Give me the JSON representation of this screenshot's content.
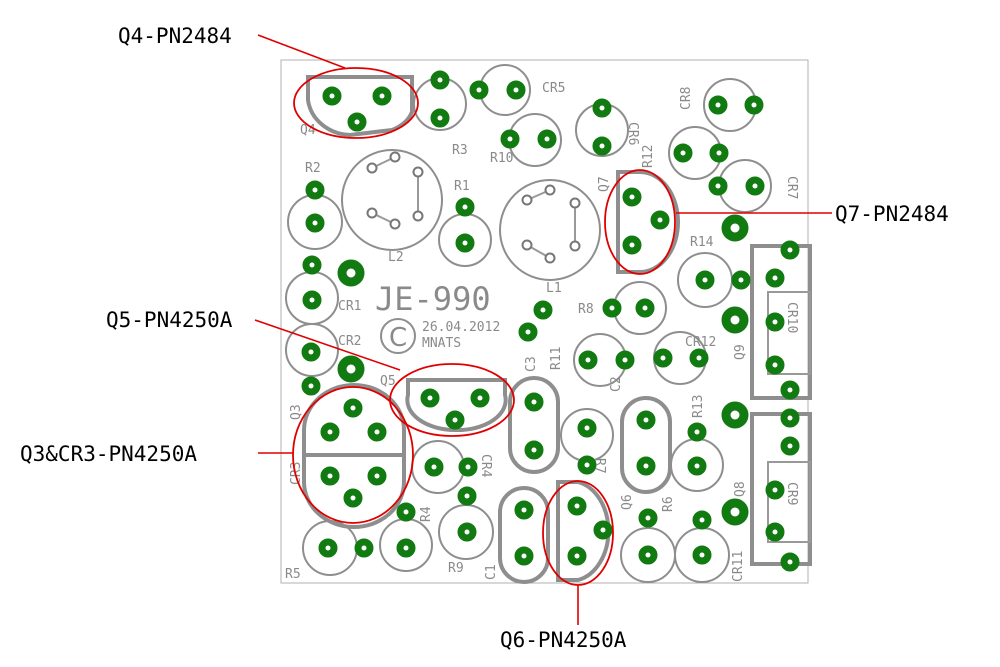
{
  "callouts": {
    "q4": "Q4-PN2484",
    "q5": "Q5-PN4250A",
    "q3cr3": "Q3&CR3-PN4250A",
    "q7": "Q7-PN2484",
    "q6": "Q6-PN4250A"
  },
  "board": {
    "title": "JE-990",
    "date": "26.04.2012",
    "author": "MNATS",
    "copyright_symbol": "C"
  },
  "refdes": {
    "q4": "Q4",
    "r3": "R3",
    "cr5": "CR5",
    "r10": "R10",
    "cr6": "CR6",
    "cr8": "CR8",
    "r12": "R12",
    "cr7": "CR7",
    "r2": "R2",
    "r1": "R1",
    "l2": "L2",
    "l1": "L1",
    "q7": "Q7",
    "r14": "R14",
    "cr1": "CR1",
    "r8": "R8",
    "cr10": "CR10",
    "q9": "Q9",
    "cr2": "CR2",
    "c3": "C3",
    "r11": "R11",
    "cr12": "CR12",
    "q5": "Q5",
    "c2": "C2",
    "q3": "Q3",
    "r13": "R13",
    "cr3": "CR3",
    "cr4": "CR4",
    "r7": "R7",
    "q8": "Q8",
    "cr9": "CR9",
    "q6": "Q6",
    "r6": "R6",
    "r4": "R4",
    "r5": "R5",
    "r9": "R9",
    "c1": "C1",
    "cr11": "CR11"
  },
  "colors": {
    "pad": "#117a11",
    "silkscreen": "#8e8e8e",
    "highlight": "#e00000",
    "board_edge": "#b0b0b0"
  }
}
